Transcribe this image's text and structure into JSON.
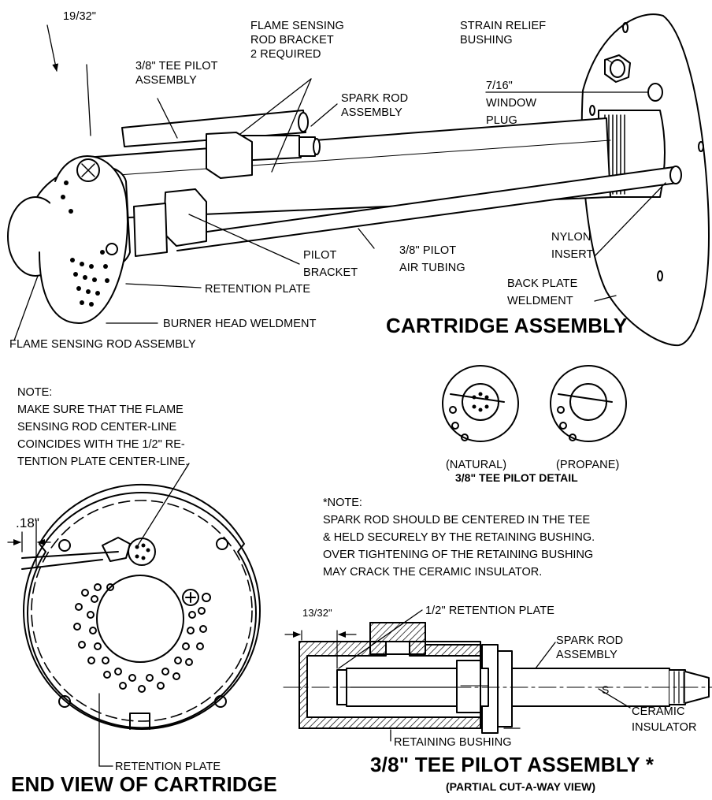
{
  "cartridge": {
    "title": "CARTRIDGE ASSEMBLY",
    "labels": {
      "dim_19_32": "19/32\"",
      "tee_pilot": [
        "3/8\" TEE PILOT",
        "ASSEMBLY"
      ],
      "flame_bracket": [
        "FLAME SENSING",
        "ROD BRACKET",
        "2 REQUIRED"
      ],
      "strain_relief": [
        "STRAIN RELIEF",
        "BUSHING"
      ],
      "spark_rod": [
        "SPARK ROD",
        "ASSEMBLY"
      ],
      "window_plug": [
        "7/16\"",
        "WINDOW",
        "PLUG"
      ],
      "nylon_insert": [
        "NYLON",
        "INSERT"
      ],
      "pilot_bracket": [
        "PILOT",
        "BRACKET"
      ],
      "air_tubing": [
        "3/8\" PILOT",
        "AIR TUBING"
      ],
      "retention_plate": "RETENTION PLATE",
      "back_plate": [
        "BACK PLATE",
        "WELDMENT"
      ],
      "burner_head": "BURNER HEAD WELDMENT",
      "flame_rod_assembly": "FLAME SENSING ROD ASSEMBLY"
    }
  },
  "note1": {
    "heading": "NOTE:",
    "lines": [
      "MAKE SURE THAT THE FLAME",
      "SENSING ROD CENTER-LINE",
      "COINCIDES  WITH THE 1/2\" RE-",
      "TENTION PLATE CENTER-LINE."
    ]
  },
  "detail": {
    "natural": "(NATURAL)",
    "propane": "(PROPANE)",
    "title": "3/8\" TEE PILOT DETAIL"
  },
  "note2": {
    "heading": "*NOTE:",
    "lines": [
      "SPARK ROD SHOULD BE CENTERED IN THE TEE",
      "& HELD SECURELY BY THE RETAINING BUSHING.",
      "OVER TIGHTENING OF THE RETAINING BUSHING",
      "MAY CRACK THE CERAMIC INSULATOR."
    ]
  },
  "end_view": {
    "dim": ".18\"",
    "retention_plate": "RETENTION PLATE",
    "title": "END VIEW OF CARTRIDGE"
  },
  "tee_assembly": {
    "dim": "13/32\"",
    "half_retention": "1/2\" RETENTION PLATE",
    "spark_rod": [
      "SPARK ROD",
      "ASSEMBLY"
    ],
    "ceramic": [
      "CERAMIC",
      "INSULATOR"
    ],
    "retaining_bushing": "RETAINING BUSHING",
    "title": "3/8\" TEE PILOT ASSEMBLY *",
    "subtitle": "(PARTIAL CUT-A-WAY VIEW)"
  }
}
